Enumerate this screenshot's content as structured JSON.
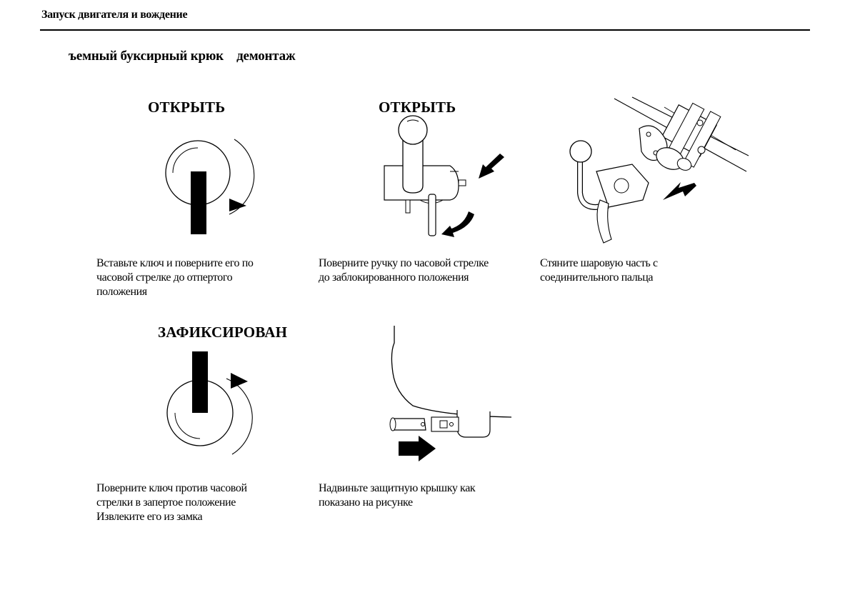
{
  "header": {
    "running_head": "Запуск двигателя и вождение"
  },
  "section": {
    "title": "ъемный буксирный крюк    демонтаж"
  },
  "figures": [
    {
      "label": "ОТКРЫТЬ",
      "caption": [
        "Вставьте ключ и поверните его по",
        "часовой стрелке до отпертого",
        "положения"
      ]
    },
    {
      "label": "ОТКРЫТЬ",
      "caption": [
        "Поверните ручку по часовой стрелке",
        "до заблокированного положения"
      ]
    },
    {
      "label": "",
      "caption": [
        "Стяните шаровую часть с",
        "соединительного пальца"
      ]
    },
    {
      "label": "ЗАФИКСИРОВАН",
      "caption": [
        "Поверните ключ против часовой",
        "стрелки в запертое положение",
        "Извлеките его из замка"
      ]
    },
    {
      "label": "",
      "caption": [
        "Надвиньте защитную крышку  как",
        "показано на рисунке"
      ]
    }
  ]
}
